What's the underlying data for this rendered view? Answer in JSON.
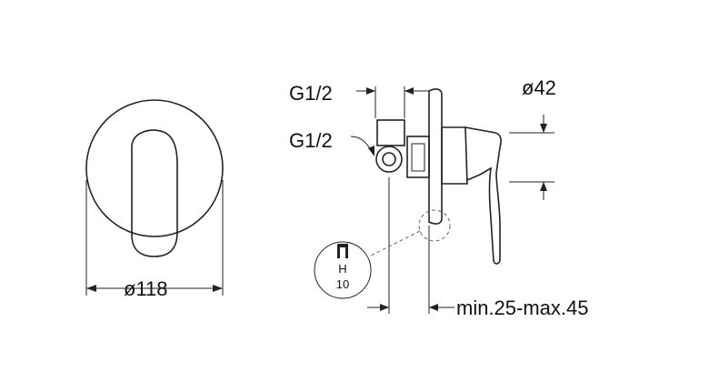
{
  "front_view": {
    "diameter_label": "ø118"
  },
  "side_view": {
    "inlet_top_label": "G1/2",
    "inlet_side_label": "G1/2",
    "diameter_label": "ø42",
    "depth_label": "min.25-max.45"
  },
  "detail": {
    "letter": "H",
    "value": "10"
  }
}
